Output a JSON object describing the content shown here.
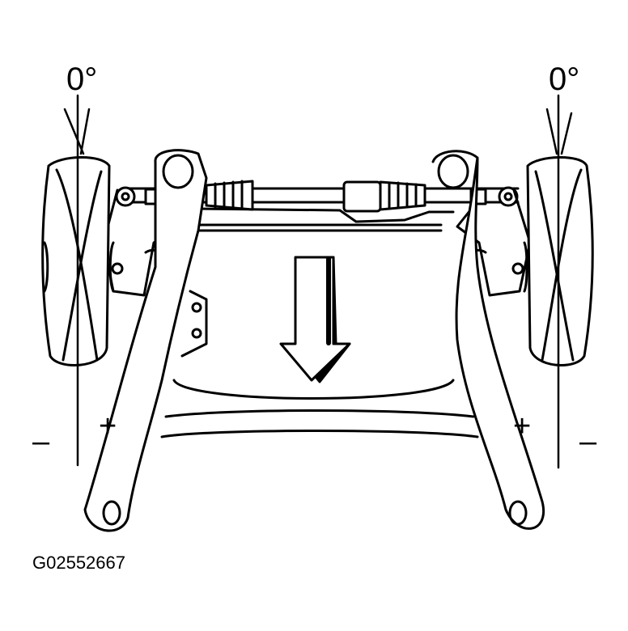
{
  "diagram": {
    "left_wheel": {
      "angle_label": "0°",
      "minus_label": "–",
      "plus_label": "+"
    },
    "right_wheel": {
      "angle_label": "0°",
      "minus_label": "–",
      "plus_label": "+"
    },
    "figure_code": "G02552667",
    "colors": {
      "ink": "#000000",
      "paper": "#ffffff"
    }
  }
}
